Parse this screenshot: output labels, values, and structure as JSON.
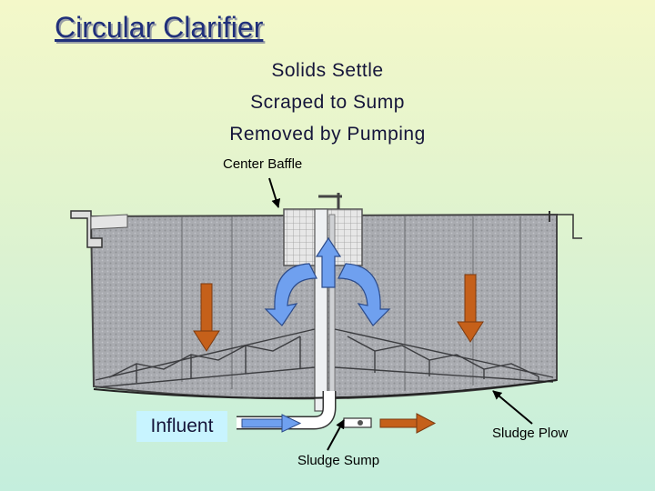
{
  "title": "Circular Clarifier",
  "subtitle": [
    "Solids Settle",
    "Scraped to Sump",
    "Removed by Pumping"
  ],
  "labels": {
    "center_baffle": "Center Baffle",
    "influent": "Influent",
    "sludge_plow": "Sludge Plow",
    "sludge_sump": "Sludge Sump"
  },
  "colors": {
    "settle_arrow": "#c5601a",
    "flow_arrow": "#6fa0ef",
    "tank": "#a7a9ae"
  }
}
